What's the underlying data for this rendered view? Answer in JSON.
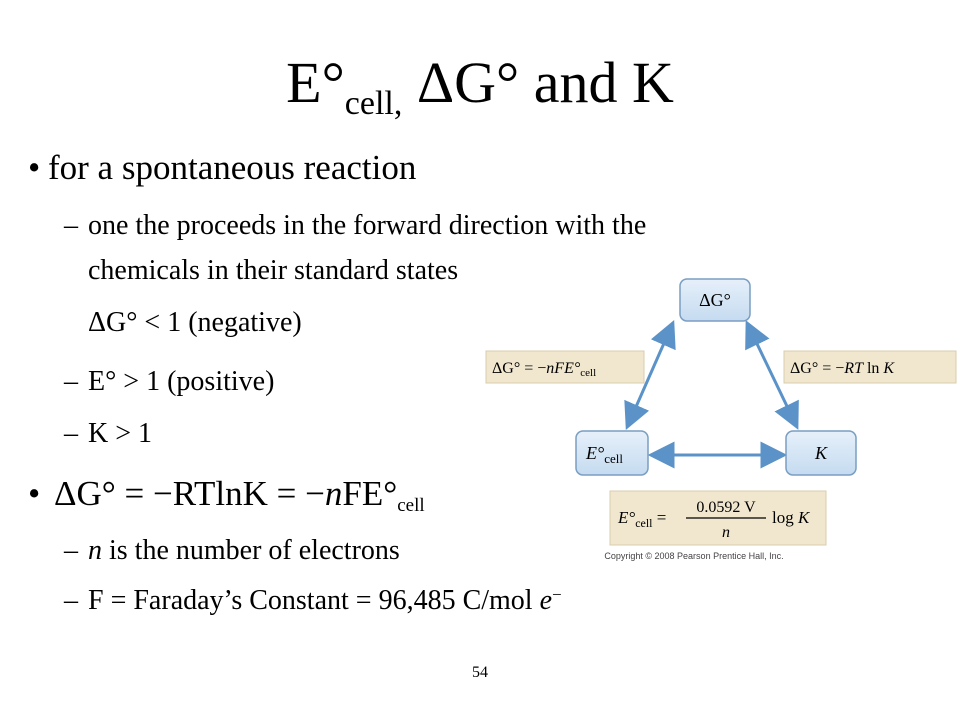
{
  "title": {
    "main": "E°",
    "sub": "cell,",
    "rest": " ΔG° and K"
  },
  "bullets": {
    "b1": {
      "marker": "•",
      "text": "for a spontaneous reaction"
    },
    "b1_1": {
      "marker": "–",
      "line1": "one the proceeds in the forward direction with the",
      "line2": "chemicals in their standard states"
    },
    "b1_2": {
      "marker": "",
      "text": "ΔG° < 1 (negative)"
    },
    "b1_3": {
      "marker": "–",
      "text": "E° > 1 (positive)"
    },
    "b1_4": {
      "marker": "–",
      "text": "K > 1"
    },
    "b2": {
      "marker": "•",
      "pre": "ΔG° = −RTlnK = −",
      "italic": "n",
      "post": "FE°",
      "sub": "cell"
    },
    "b2_1": {
      "marker": "–",
      "italic": "n",
      "rest": " is the number of electrons"
    },
    "b2_2": {
      "marker": "–",
      "pre": "F = Faraday’s Constant = 96,485 C/mol ",
      "italic": "e",
      "sup": "−"
    }
  },
  "diagram": {
    "node_top": "ΔG°",
    "node_left_main": "E°",
    "node_left_sub": "cell",
    "node_right": "K",
    "eq_left_pre": "ΔG° = −",
    "eq_left_n": "nFE°",
    "eq_left_sub": "cell",
    "eq_right_pre": "ΔG° = −",
    "eq_right_rt": "RT",
    "eq_right_ln": " ln ",
    "eq_right_k": "K",
    "eq_bottom_lhs_main": "E°",
    "eq_bottom_lhs_sub": "cell",
    "eq_bottom_eq": " = ",
    "eq_bottom_num": "0.0592 V",
    "eq_bottom_den": "n",
    "eq_bottom_log": "log ",
    "eq_bottom_k": "K",
    "copyright": "Copyright © 2008 Pearson Prentice Hall, Inc.",
    "colors": {
      "node_fill": "#d4e5f5",
      "node_stroke": "#7a9ec2",
      "arrow": "#5b93c9",
      "eq_fill": "#f1e7cf"
    }
  },
  "page_number": "54"
}
